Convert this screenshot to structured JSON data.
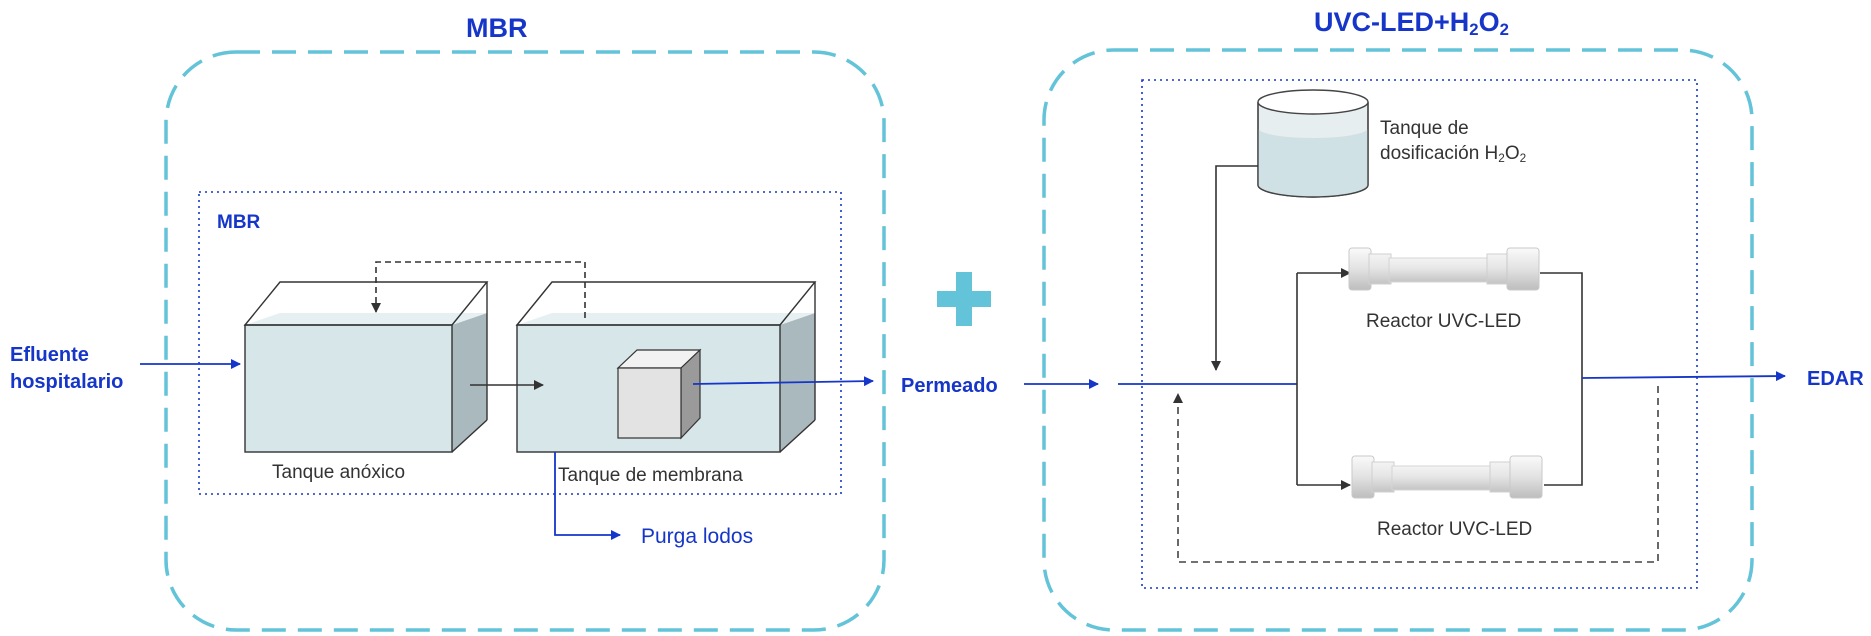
{
  "left_section": {
    "title": "MBR",
    "inner_label": "MBR",
    "anoxic_tank": "Tanque anóxico",
    "membrane_tank": "Tanque de membrana",
    "sludge_purge": "Purga lodos"
  },
  "right_section": {
    "title_base": "UVC-LED+H",
    "title_sub1": "2",
    "title_mid": "O",
    "title_sub2": "2",
    "dosing_tank_line1": "Tanque de",
    "dosing_tank_line2_base": "dosificación H",
    "dosing_tank_sub1": "2",
    "dosing_tank_mid": "O",
    "dosing_tank_sub2": "2",
    "reactor_top": "Reactor UVC-LED",
    "reactor_bottom": "Reactor UVC-LED"
  },
  "flows": {
    "input_line1": "Efluente",
    "input_line2": "hospitalario",
    "permeate": "Permeado",
    "output": "EDAR"
  },
  "colors": {
    "accent_blue": "#1636c9",
    "dashed_cyan": "#63c3d8",
    "tank_water": "#d6e6e9",
    "plus": "#63c3d8"
  }
}
